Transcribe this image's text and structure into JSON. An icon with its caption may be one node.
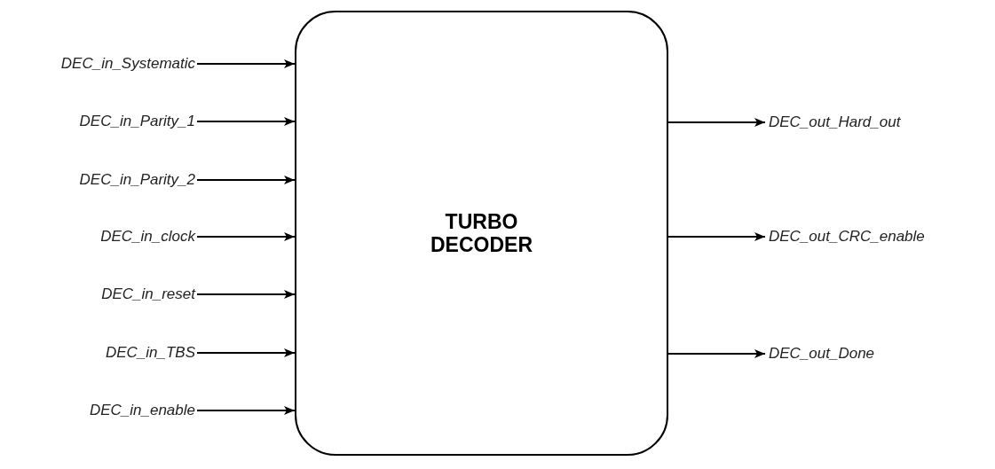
{
  "diagram": {
    "nodes": [
      {
        "text": [
          "TURBO DECODER"
        ]
      },
      {
        "text": [
          "DEC_in_Systematic"
        ]
      },
      {
        "text": [
          "DEC_in_Parity_1"
        ]
      },
      {
        "text": [
          "DEC_in_Parity_2"
        ]
      },
      {
        "text": [
          "DEC_in_clock"
        ]
      },
      {
        "text": [
          "DEC_in_reset"
        ]
      },
      {
        "text": [
          "DEC_in_TBS"
        ]
      },
      {
        "text": [
          "DEC_in_enable"
        ]
      },
      {
        "text": [
          "DEC_out_Hard_out"
        ]
      },
      {
        "text": [
          "DEC_out_CRC_enable"
        ]
      },
      {
        "text": [
          "DEC_out_Done"
        ]
      }
    ],
    "edges": [
      {
        "from": 1,
        "to": 0,
        "arrow": "to"
      },
      {
        "from": 2,
        "to": 0,
        "arrow": "to"
      },
      {
        "from": 3,
        "to": 0,
        "arrow": "to"
      },
      {
        "from": 4,
        "to": 0,
        "arrow": "to"
      },
      {
        "from": 5,
        "to": 0,
        "arrow": "to"
      },
      {
        "from": 6,
        "to": 0,
        "arrow": "to"
      },
      {
        "from": 7,
        "to": 0,
        "arrow": "to"
      },
      {
        "from": 0,
        "to": 8,
        "arrow": "to"
      },
      {
        "from": 0,
        "to": 9,
        "arrow": "to"
      },
      {
        "from": 0,
        "to": 10,
        "arrow": "to"
      }
    ]
  }
}
